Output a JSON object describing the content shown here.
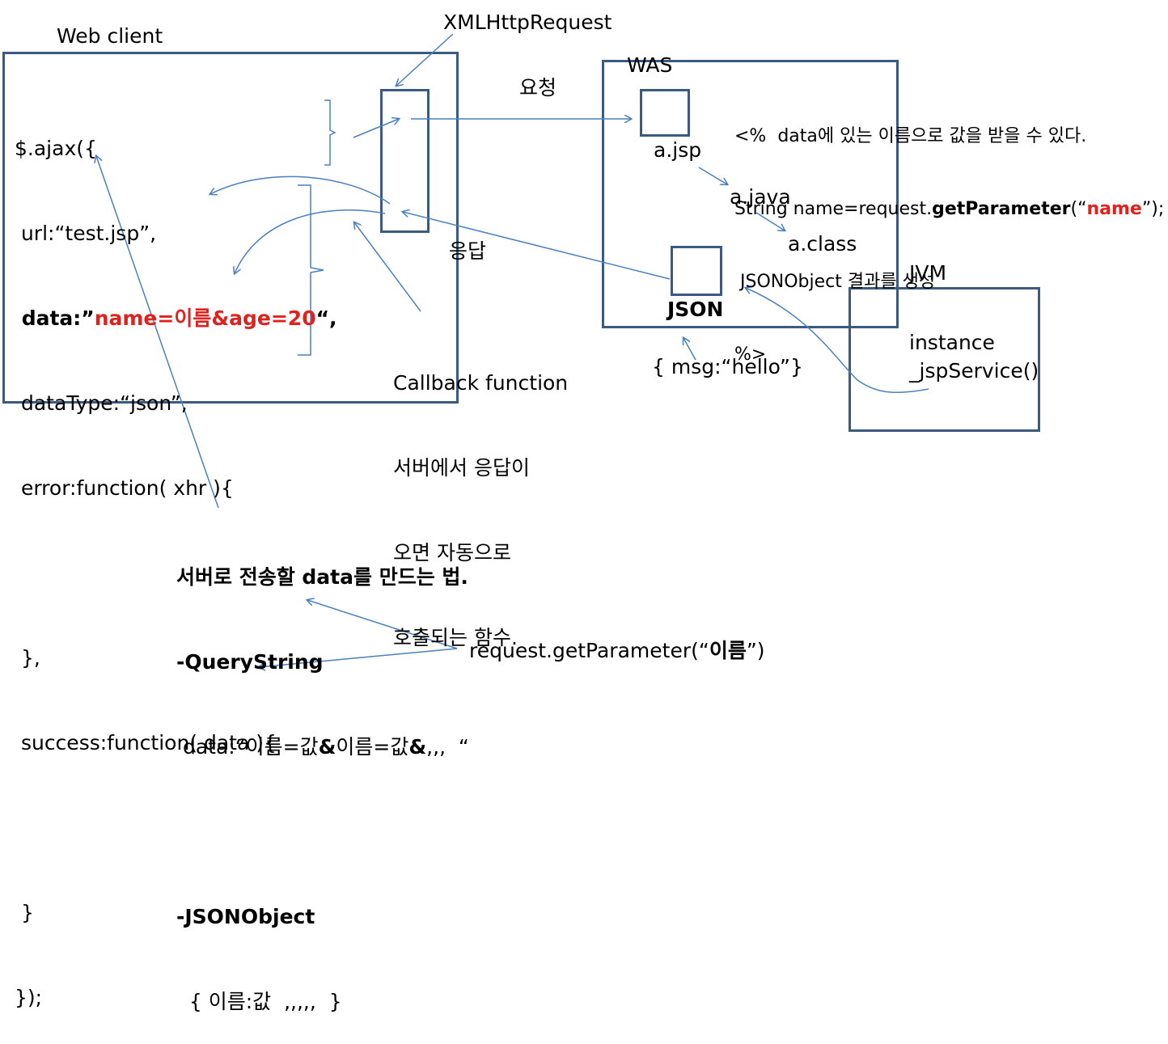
{
  "labels": {
    "web_client": "Web client",
    "xmlhttprequest": "XMLHttpRequest",
    "request": "요청",
    "response": "응답",
    "was": "WAS",
    "jvm": "JVM",
    "a_jsp": "a.jsp",
    "a_java": "a.java",
    "a_class": "a.class",
    "json": "JSON",
    "json_example": "{ msg:“hello”}",
    "instance": "instance",
    "jsp_service": "_jspService()"
  },
  "code": {
    "line1": "$.ajax({",
    "line2": " url:“test.jsp”,",
    "data_key": " data:”",
    "data_value": "name=이름&age=20",
    "data_end": "“,",
    "line4": " dataType:“json”,",
    "line5": " error:function( xhr ){",
    "line6": " },",
    "line7": " success:function( data ){",
    "line8": " }",
    "line9": "});"
  },
  "jsp_note": {
    "line1": "<%  data에 있는 이름으로 값을 받을 수 있다.",
    "line2_a": "String name=request.",
    "line2_b": "getParameter",
    "line2_c": "(“",
    "line2_d": "name",
    "line2_e": "”);",
    "line3": " JSONObject 결과를 생성",
    "line4": "%>"
  },
  "callback": {
    "line1": "Callback function",
    "line2": "서버에서 응답이",
    "line3": "오면 자동으로",
    "line4": "호출되는 함수."
  },
  "bottom": {
    "title": "서버로 전송할 data를 만드는 법.",
    "qs_heading": "-QueryString",
    "qs_example_a": " data:“이름=값",
    "qs_example_amp1": "&",
    "qs_example_b": "이름=값",
    "qs_example_amp2": "&",
    "qs_example_c": ",,,  “",
    "json_heading": "-JSONObject",
    "json_example": "  { 이름:값  ,,,,,  }",
    "getparam_a": "request.getParameter(“",
    "getparam_b": "이름",
    "getparam_c": "”)"
  },
  "colors": {
    "box_border": "#3b5a80",
    "arrow": "#4a7fc1",
    "highlight": "#e0211d"
  }
}
